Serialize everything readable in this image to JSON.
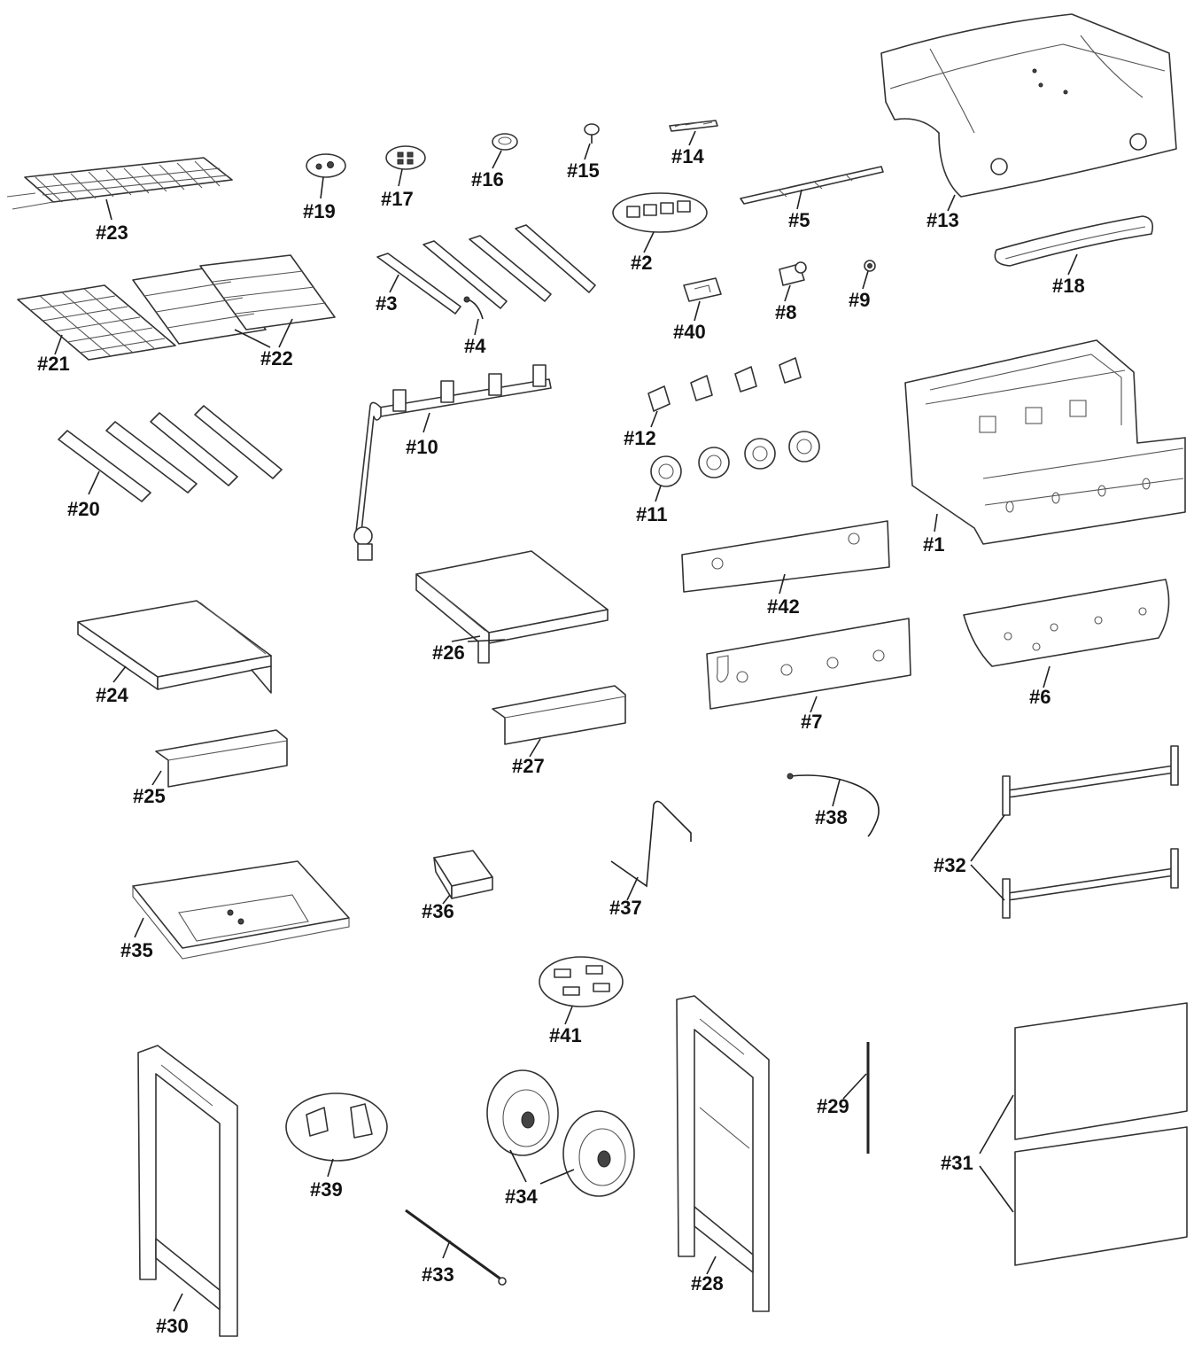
{
  "parts": [
    {
      "id": "23",
      "label": "#23"
    },
    {
      "id": "19",
      "label": "#19"
    },
    {
      "id": "17",
      "label": "#17"
    },
    {
      "id": "16",
      "label": "#16"
    },
    {
      "id": "15",
      "label": "#15"
    },
    {
      "id": "14",
      "label": "#14"
    },
    {
      "id": "13",
      "label": "#13"
    },
    {
      "id": "5",
      "label": "#5"
    },
    {
      "id": "2",
      "label": "#2"
    },
    {
      "id": "18",
      "label": "#18"
    },
    {
      "id": "21",
      "label": "#21"
    },
    {
      "id": "22",
      "label": "#22"
    },
    {
      "id": "3",
      "label": "#3"
    },
    {
      "id": "4",
      "label": "#4"
    },
    {
      "id": "40",
      "label": "#40"
    },
    {
      "id": "8",
      "label": "#8"
    },
    {
      "id": "9",
      "label": "#9"
    },
    {
      "id": "10",
      "label": "#10"
    },
    {
      "id": "12",
      "label": "#12"
    },
    {
      "id": "11",
      "label": "#11"
    },
    {
      "id": "1",
      "label": "#1"
    },
    {
      "id": "20",
      "label": "#20"
    },
    {
      "id": "42",
      "label": "#42"
    },
    {
      "id": "24",
      "label": "#24"
    },
    {
      "id": "26",
      "label": "#26"
    },
    {
      "id": "7",
      "label": "#7"
    },
    {
      "id": "6",
      "label": "#6"
    },
    {
      "id": "27",
      "label": "#27"
    },
    {
      "id": "25",
      "label": "#25"
    },
    {
      "id": "38",
      "label": "#38"
    },
    {
      "id": "32",
      "label": "#32"
    },
    {
      "id": "36",
      "label": "#36"
    },
    {
      "id": "37",
      "label": "#37"
    },
    {
      "id": "35",
      "label": "#35"
    },
    {
      "id": "41",
      "label": "#41"
    },
    {
      "id": "29",
      "label": "#29"
    },
    {
      "id": "39",
      "label": "#39"
    },
    {
      "id": "34",
      "label": "#34"
    },
    {
      "id": "31",
      "label": "#31"
    },
    {
      "id": "33",
      "label": "#33"
    },
    {
      "id": "28",
      "label": "#28"
    },
    {
      "id": "30",
      "label": "#30"
    }
  ]
}
